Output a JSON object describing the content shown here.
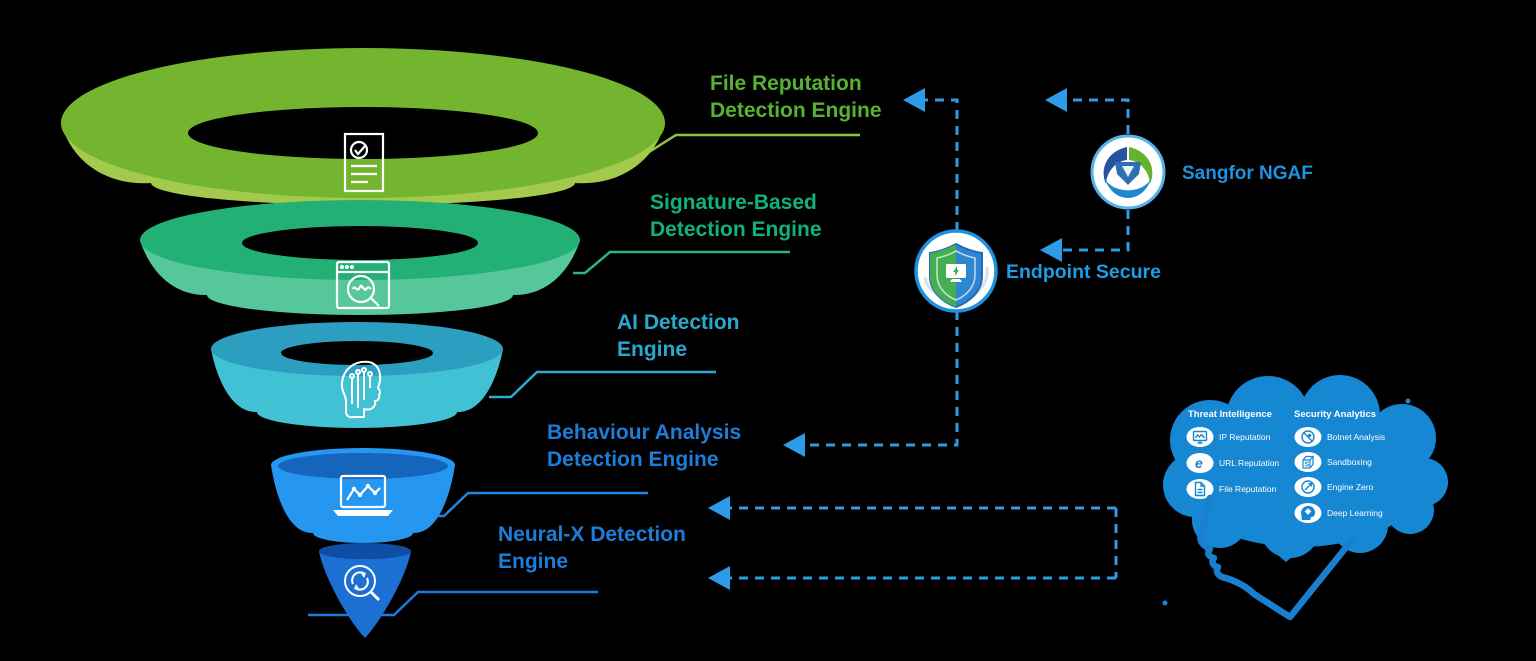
{
  "background_color": "#000000",
  "funnel": {
    "layers": [
      {
        "label_line1": "File Reputation",
        "label_line2": "Detection Engine",
        "text_color": "#56b230",
        "top_color": "#73b52e",
        "front_color": "#a4ca4d",
        "icon": "document-check-icon"
      },
      {
        "label_line1": "Signature-Based",
        "label_line2": "Detection Engine",
        "text_color": "#12b07e",
        "top_color": "#22b075",
        "front_color": "#56c79b",
        "icon": "browser-scan-icon"
      },
      {
        "label_line1": "AI Detection",
        "label_line2": "Engine",
        "text_color": "#2aa8ce",
        "top_color": "#2c9ec0",
        "front_color": "#41c2d4",
        "icon": "ai-head-circuit-icon"
      },
      {
        "label_line1": "Behaviour Analysis",
        "label_line2": "Detection Engine",
        "text_color": "#1d7dd8",
        "top_color": "#1565bd",
        "front_color": "#2697f0",
        "icon": "laptop-chart-icon"
      },
      {
        "label_line1": "Neural-X Detection",
        "label_line2": "Engine",
        "text_color": "#1d7dd8",
        "top_color": "#0e4fa5",
        "front_color": "#1c6fd3",
        "icon": "search-sync-icon"
      }
    ]
  },
  "products": [
    {
      "label": "Sangfor NGAF",
      "color": "#1e93dd",
      "icon": "sangfor-shield-logo-icon"
    },
    {
      "label": "Endpoint Secure",
      "color": "#1e9ce5",
      "icon": "endpoint-shield-icon"
    }
  ],
  "connector_color": "#2d9ce8",
  "cloud": {
    "color": "#1687d3",
    "columns": [
      {
        "title": "Threat Intelligence",
        "items": [
          {
            "label": "IP Reputation",
            "icon": "monitor-icon"
          },
          {
            "label": "URL Reputation",
            "icon": "browser-e-icon"
          },
          {
            "label": "File Reputation",
            "icon": "document-icon"
          }
        ]
      },
      {
        "title": "Security Analytics",
        "items": [
          {
            "label": "Botnet Analysis",
            "icon": "botnet-icon"
          },
          {
            "label": "Sandboxing",
            "icon": "sandbox-cube-icon"
          },
          {
            "label": "Engine Zero",
            "icon": "engine-zero-arrow-icon"
          },
          {
            "label": "Deep Learning",
            "icon": "deep-learning-head-icon"
          }
        ]
      }
    ]
  }
}
